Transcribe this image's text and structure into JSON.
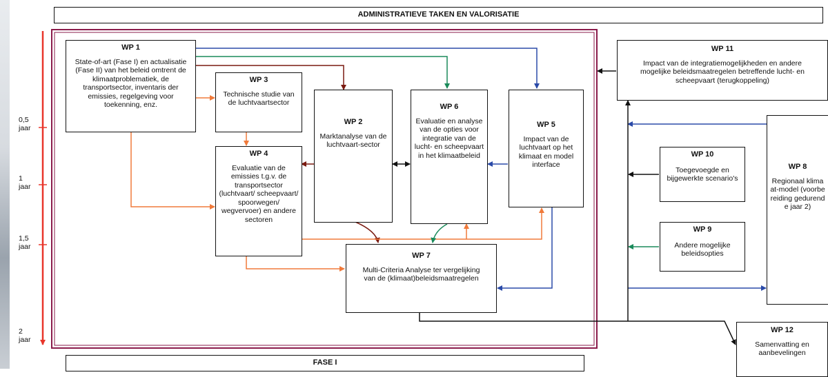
{
  "banners": {
    "top": "ADMINISTRATIEVE TAKEN EN VALORISATIE",
    "bottom": "FASE I"
  },
  "timeline": {
    "ticks": [
      {
        "value": "0,5",
        "unit": "jaar"
      },
      {
        "value": "1",
        "unit": "jaar"
      },
      {
        "value": "1,5",
        "unit": "jaar"
      },
      {
        "value": "2",
        "unit": "jaar"
      }
    ]
  },
  "work_packages": {
    "wp1": {
      "title": "WP 1",
      "text": "State-of-art (Fase I) en actualisatie (Fase II) van het beleid omtrent de klimaatproblematiek, de transportsector, inventaris der emissies, regelgeving voor toekenning, enz."
    },
    "wp3": {
      "title": "WP 3",
      "text": "Technische studie van de luchtvaartsector"
    },
    "wp4": {
      "title": "WP 4",
      "text": "Evaluatie van de emissies t.g.v. de transportsector (luchtvaart/ scheepvaart/ spoorwegen/ wegvervoer) en andere sectoren"
    },
    "wp2": {
      "title": "WP 2",
      "text": "Marktanalyse van de luchtvaart-sector"
    },
    "wp6": {
      "title": "WP 6",
      "text": "Evaluatie en analyse van de opties voor integratie van de lucht- en scheepvaart in het klimaatbeleid"
    },
    "wp5": {
      "title": "WP 5",
      "text": "Impact van de luchtvaart op het klimaat en model interface"
    },
    "wp7": {
      "title": "WP 7",
      "text": "Multi-Criteria Analyse ter vergelijking van de (klimaat)beleidsmaatregelen"
    },
    "wp11": {
      "title": "WP 11",
      "text": "Impact van de integratiemogelijkheden en andere mogelijke beleidsmaatregelen betreffende lucht- en scheepvaart (terugkoppeling)"
    },
    "wp10": {
      "title": "WP 10",
      "text": "Toegevoegde en bijgewerkte scenario's"
    },
    "wp9": {
      "title": "WP 9",
      "text": "Andere mogelijke beleidsopties"
    },
    "wp8": {
      "title": "WP 8",
      "text": "Regionaal klimaat-model (voorbereiding gedurende jaar 2)"
    },
    "wp12": {
      "title": "WP 12",
      "text": "Samenvatting en aanbevelingen"
    }
  },
  "colors": {
    "timeline": "#e8352a",
    "phase_frame": "#8a1a4a",
    "dark_red": "#7a1a10",
    "orange": "#f07a3a",
    "green": "#1a8a5a",
    "blue": "#2a4aa8",
    "black": "#111111"
  }
}
